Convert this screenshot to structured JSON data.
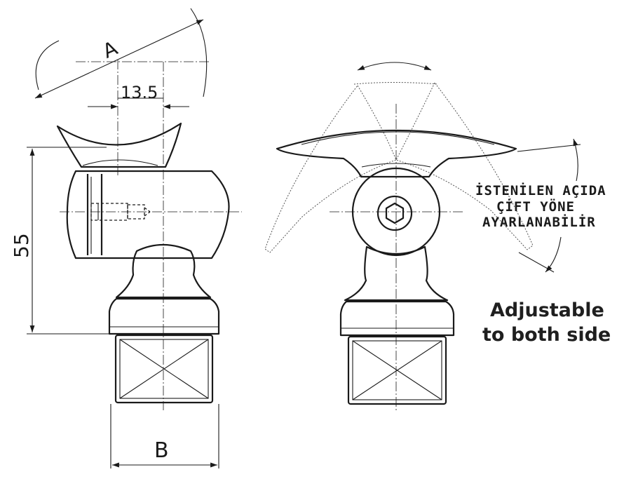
{
  "dimensions": {
    "angle_label": "A",
    "offset_label": "13.5",
    "height_label": "55",
    "width_label": "B"
  },
  "note": {
    "line1": "İSTENİLEN AÇIDA",
    "line2": "ÇİFT YÖNE",
    "line3": "AYARLANABİLİR"
  },
  "caption": {
    "line1": "Adjustable",
    "line2": "to both side"
  }
}
